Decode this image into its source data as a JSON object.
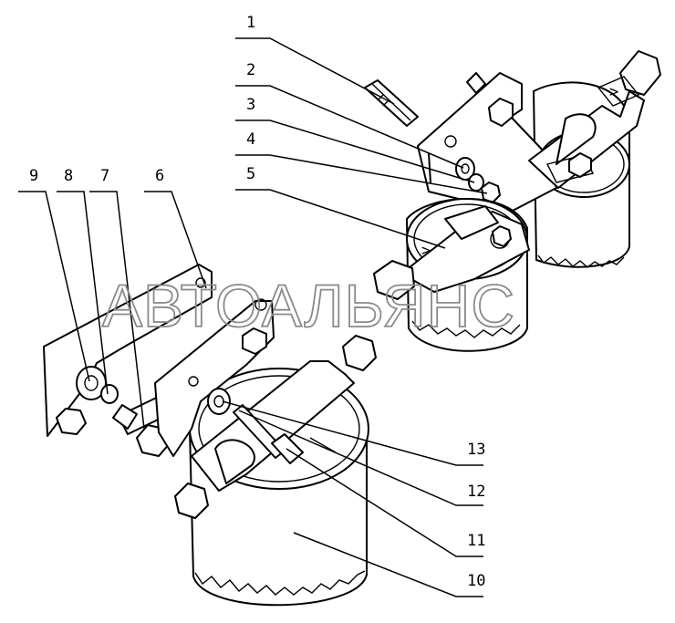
{
  "diagram": {
    "callouts": [
      {
        "id": "c1",
        "label": "1"
      },
      {
        "id": "c2",
        "label": "2"
      },
      {
        "id": "c3",
        "label": "3"
      },
      {
        "id": "c4",
        "label": "4"
      },
      {
        "id": "c5",
        "label": "5"
      },
      {
        "id": "c6",
        "label": "6"
      },
      {
        "id": "c7",
        "label": "7"
      },
      {
        "id": "c8",
        "label": "8"
      },
      {
        "id": "c9",
        "label": "9"
      },
      {
        "id": "c10",
        "label": "10"
      },
      {
        "id": "c11",
        "label": "11"
      },
      {
        "id": "c12",
        "label": "12"
      },
      {
        "id": "c13",
        "label": "13"
      }
    ],
    "watermark": "АВТОАЛЬЯНС"
  }
}
